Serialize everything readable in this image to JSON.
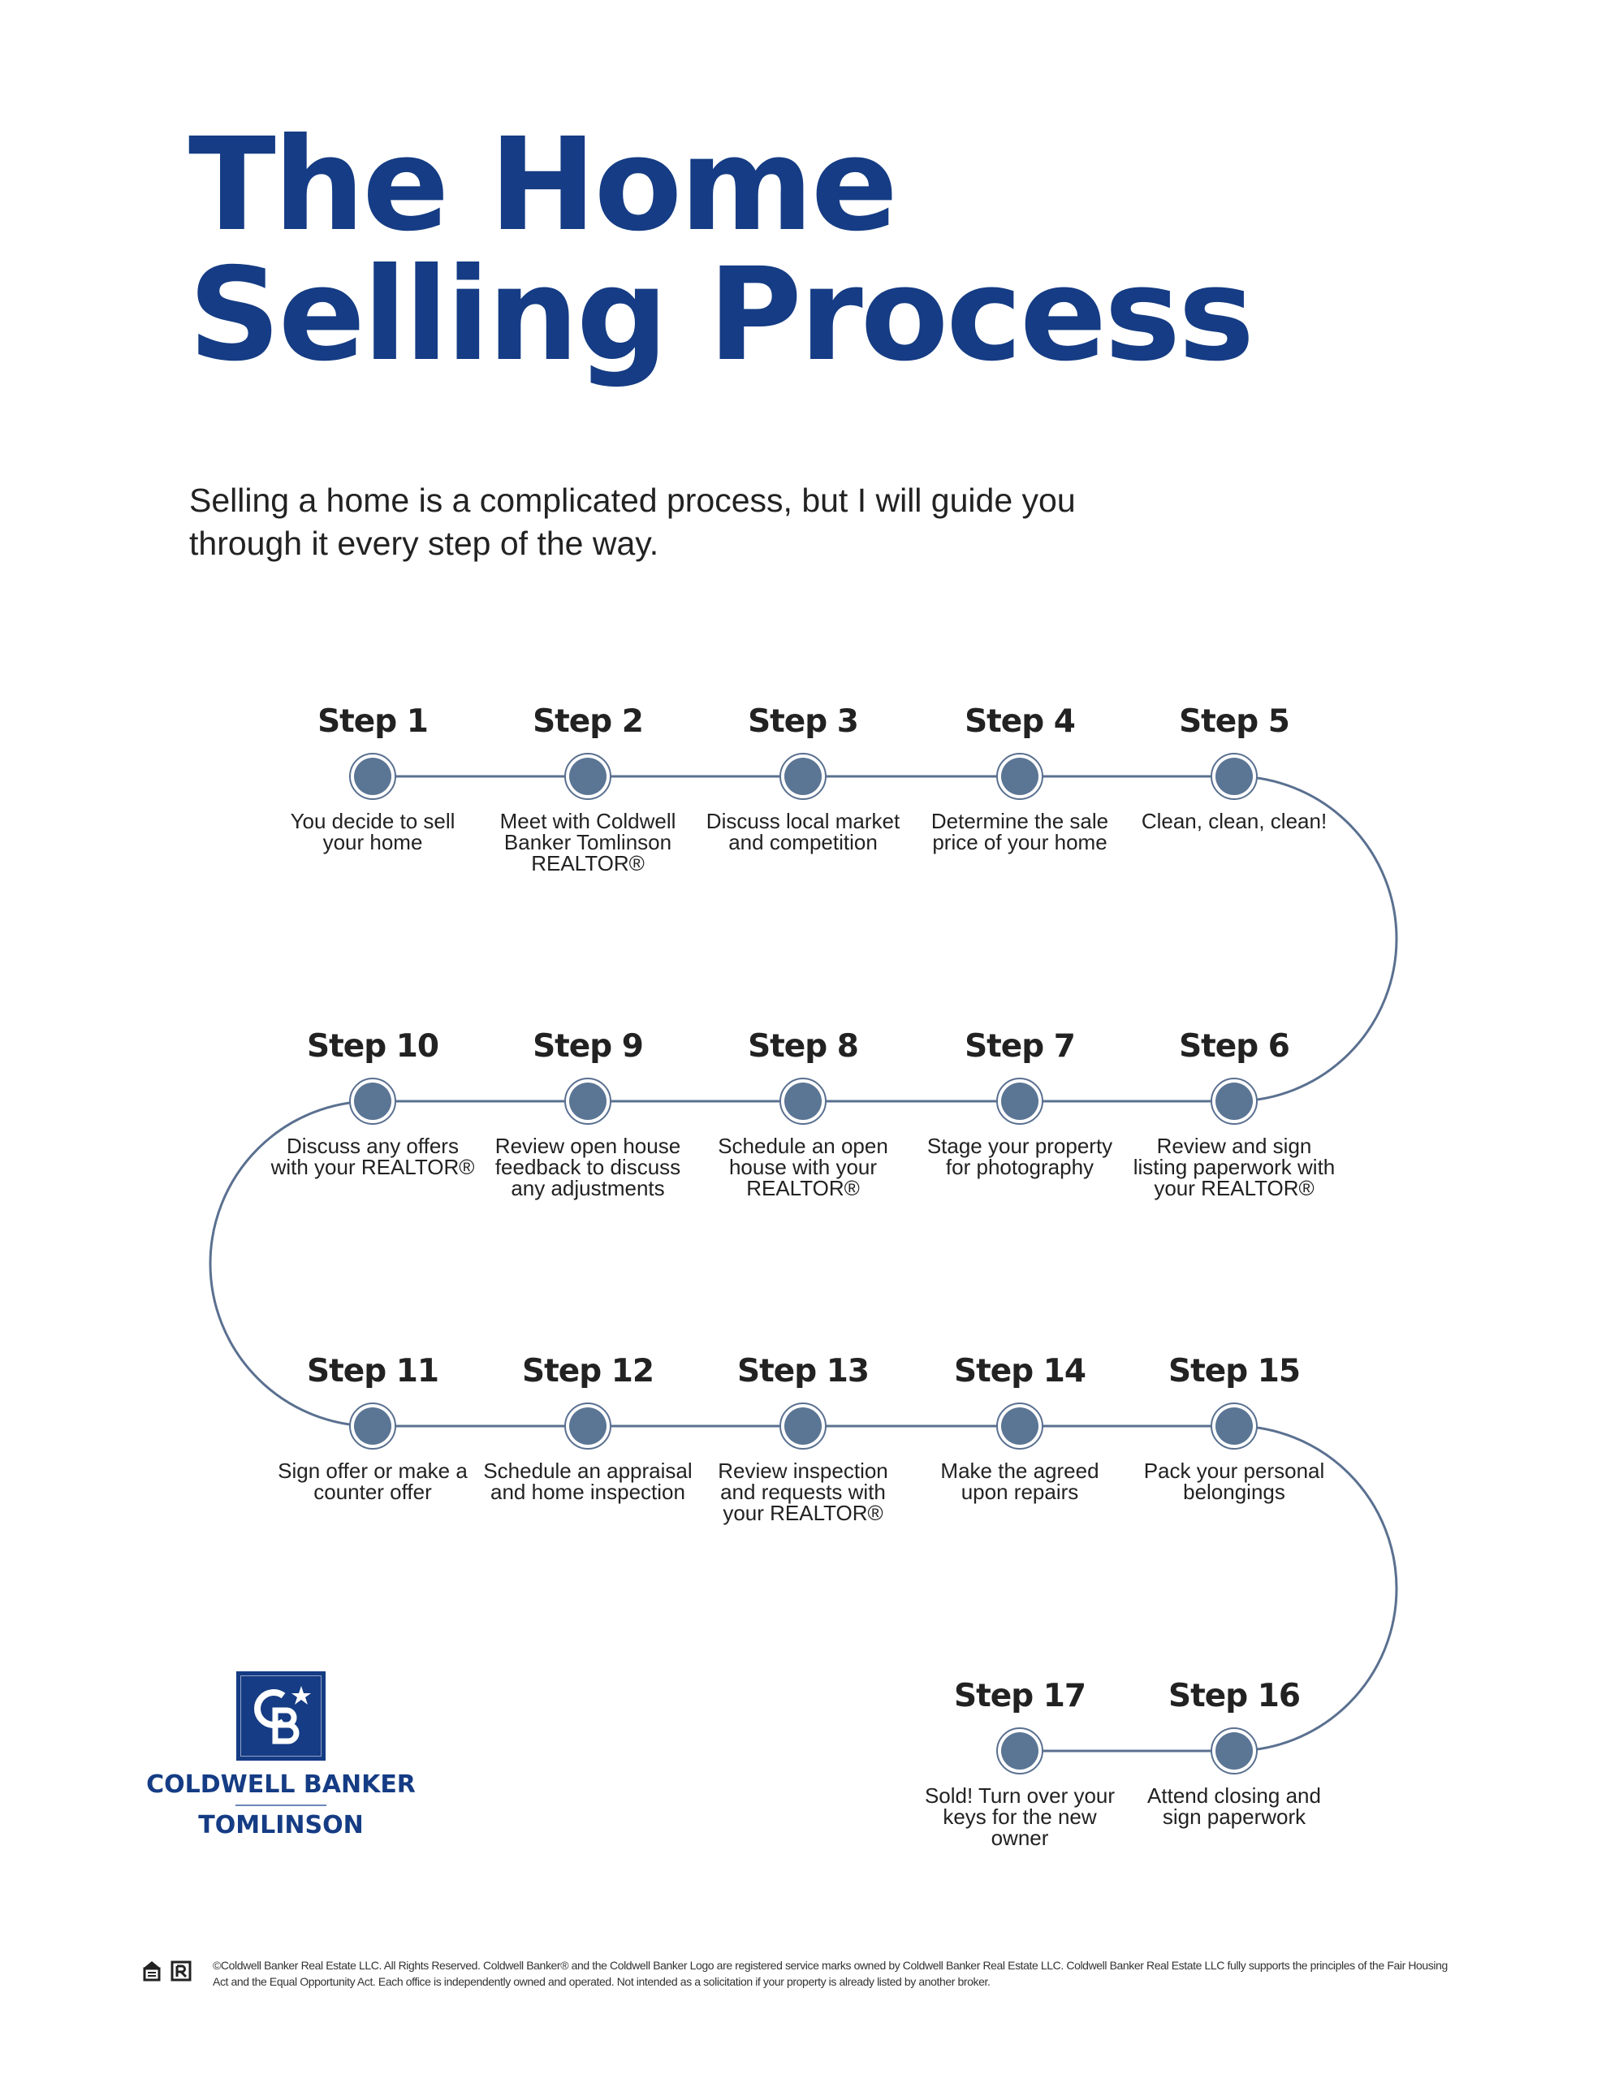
{
  "title": {
    "line1": "The Home",
    "line2": "Selling Process"
  },
  "subtitle": "Selling a home is a complicated process, but I will guide you through it every step of the way.",
  "colors": {
    "brand": "#153c84",
    "track": "#5a7090",
    "node": "#5b7594"
  },
  "steps": [
    {
      "label": "Step 1",
      "desc": "You decide to sell your home"
    },
    {
      "label": "Step 2",
      "desc": "Meet with Coldwell Banker Tomlinson REALTOR®"
    },
    {
      "label": "Step 3",
      "desc": "Discuss local market and competition"
    },
    {
      "label": "Step 4",
      "desc": "Determine the sale price of your home"
    },
    {
      "label": "Step 5",
      "desc": "Clean, clean, clean!"
    },
    {
      "label": "Step 6",
      "desc": "Review and sign listing paperwork with your REALTOR®"
    },
    {
      "label": "Step 7",
      "desc": "Stage your property for photography"
    },
    {
      "label": "Step 8",
      "desc": "Schedule an open house with your REALTOR®"
    },
    {
      "label": "Step 9",
      "desc": "Review open house feedback to discuss any adjustments"
    },
    {
      "label": "Step 10",
      "desc": "Discuss any offers with your REALTOR®"
    },
    {
      "label": "Step 11",
      "desc": "Sign offer or make a counter offer"
    },
    {
      "label": "Step 12",
      "desc": "Schedule an appraisal and home inspection"
    },
    {
      "label": "Step 13",
      "desc": "Review inspection and requests with your REALTOR®"
    },
    {
      "label": "Step 14",
      "desc": "Make the agreed upon repairs"
    },
    {
      "label": "Step 15",
      "desc": "Pack your personal belongings"
    },
    {
      "label": "Step 16",
      "desc": "Attend closing and sign paperwork"
    },
    {
      "label": "Step 17",
      "desc": "Sold! Turn over your keys for the new owner"
    }
  ],
  "logo": {
    "mark": "CB",
    "name": "COLDWELL BANKER",
    "sub": "TOMLINSON"
  },
  "footer": "©Coldwell Banker Real Estate LLC. All Rights Reserved. Coldwell Banker® and the Coldwell Banker Logo are registered service marks owned by Coldwell Banker Real Estate LLC. Coldwell Banker Real Estate LLC fully supports the principles of the Fair Housing Act and the Equal Opportunity Act. Each office is independently owned and operated. Not intended as a solicitation if your property is already listed by another broker."
}
